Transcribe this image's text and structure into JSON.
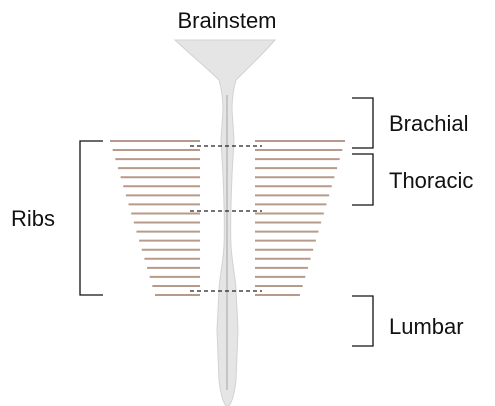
{
  "labels": {
    "top": "Brainstem",
    "left": "Ribs",
    "right_upper": "Brachial",
    "right_middle": "Thoracic",
    "right_lower": "Lumbar"
  },
  "colors": {
    "rib": "#b79a8a",
    "cord_fill": "#e5e5e5",
    "cord_stroke": "#d2d2d2",
    "central_canal": "#b0b0b0",
    "text": "#111111",
    "divider": "#222222"
  },
  "rib_pair_count": 18,
  "segment_dividers": 3
}
